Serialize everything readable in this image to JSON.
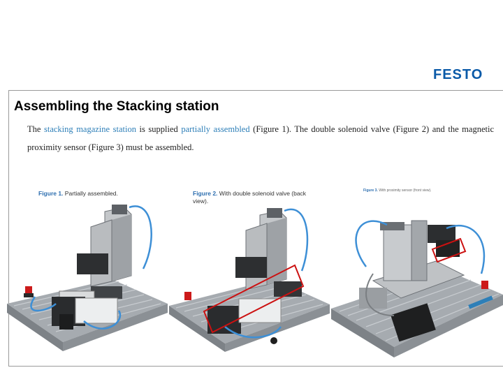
{
  "brand": {
    "logo_text": "FESTO",
    "color": "#0a5aa8"
  },
  "slide": {
    "title": "Assembling the Stacking station",
    "body": {
      "p1": "The ",
      "link1": "stacking magazine station",
      "p2": " is supplied ",
      "link2": "partially assembled",
      "p3": " (Figure 1). The double solenoid valve (Figure 2) and the magnetic proximity sensor (Figure 3) must be assembled."
    }
  },
  "figures": [
    {
      "label": "Figure 1.",
      "caption": " Partially assembled."
    },
    {
      "label": "Figure 2.",
      "caption": " With double solenoid valve (back view)."
    },
    {
      "label": "Figure 3.",
      "caption": " With proximity sensor (front view)."
    }
  ],
  "colors": {
    "link": "#2e7fb8",
    "highlight": "#cc1111",
    "profile": "#8e9399",
    "tube": "#3d8fd6"
  }
}
